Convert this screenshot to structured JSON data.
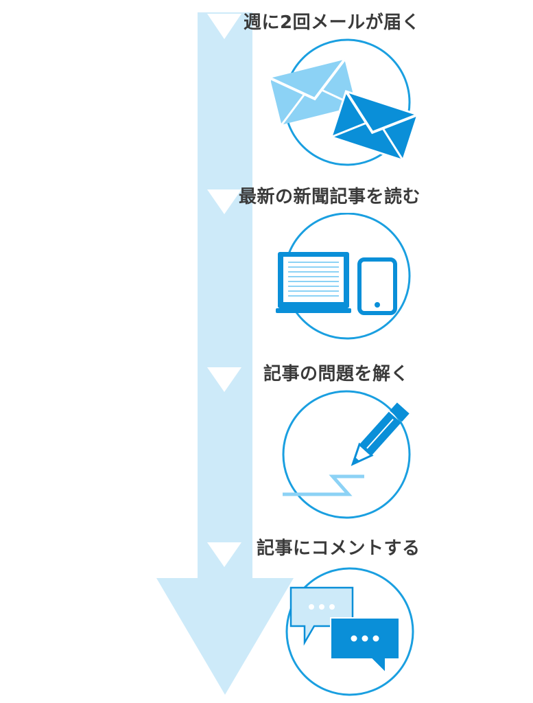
{
  "colors": {
    "arrow": "#cdeaf9",
    "circle": "#1a9fe0",
    "accent_dark": "#0a8fd8",
    "accent_light": "#8cd2f5"
  },
  "steps": [
    {
      "title": "週に2回メールが届く",
      "icon": "envelopes-icon"
    },
    {
      "title": "最新の新聞記事を読む",
      "icon": "laptop-tablet-icon"
    },
    {
      "title": "記事の問題を解く",
      "icon": "pencil-icon"
    },
    {
      "title": "記事にコメントする",
      "icon": "chat-bubbles-icon"
    }
  ]
}
